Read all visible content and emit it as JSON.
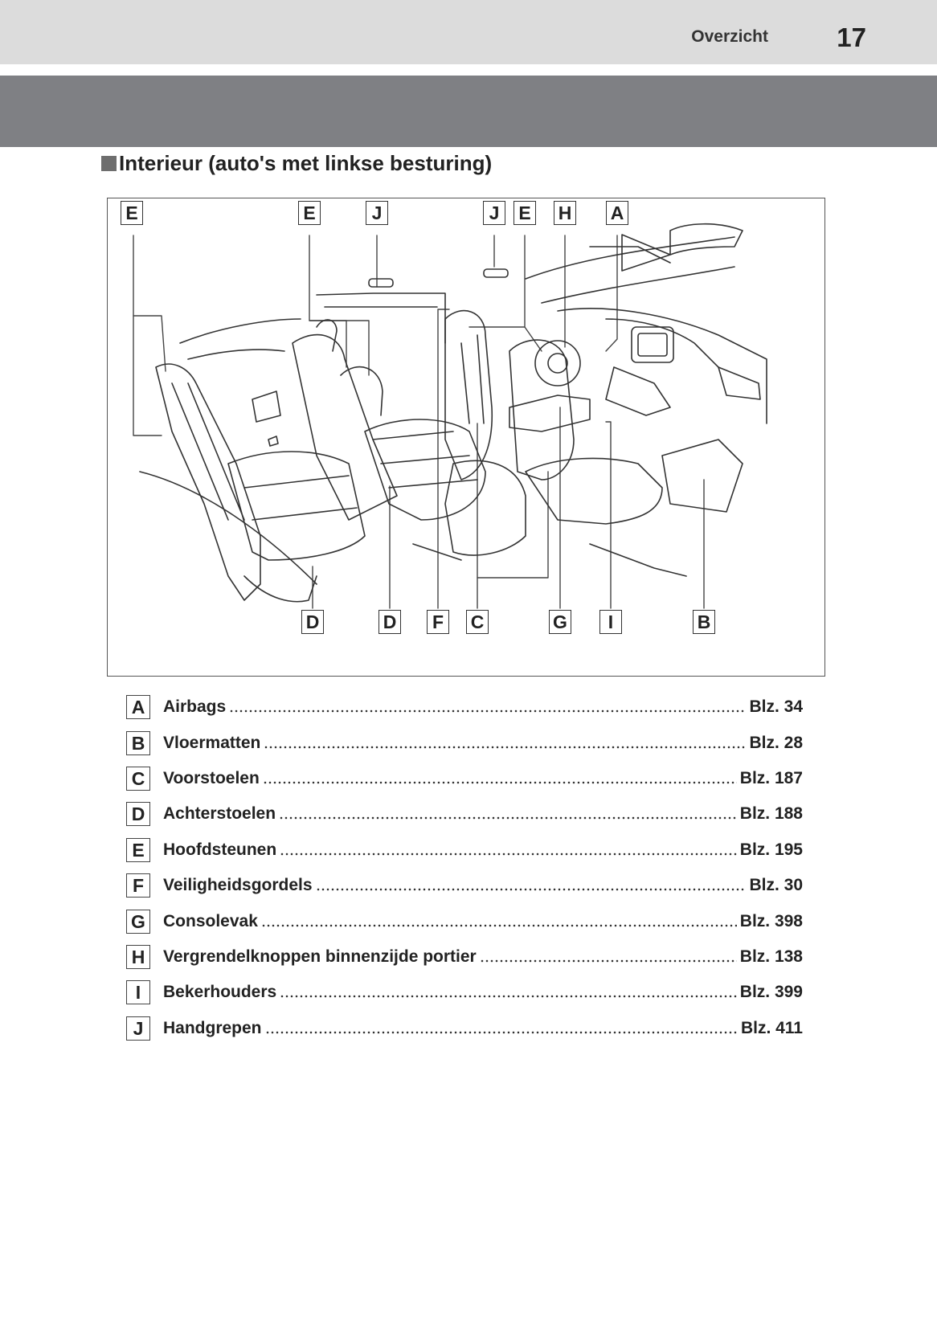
{
  "header": {
    "section": "Overzicht",
    "page_number": "17"
  },
  "heading": "Interieur (auto's met linkse besturing)",
  "figure": {
    "top_callouts": [
      "E",
      "E",
      "J",
      "J",
      "E",
      "H",
      "A"
    ],
    "bottom_callouts": [
      "D",
      "D",
      "F",
      "C",
      "G",
      "I",
      "B"
    ]
  },
  "legend": [
    {
      "key": "A",
      "term": "Airbags",
      "page": "Blz. 34"
    },
    {
      "key": "B",
      "term": "Vloermatten",
      "page": "Blz. 28"
    },
    {
      "key": "C",
      "term": "Voorstoelen",
      "page": "Blz. 187"
    },
    {
      "key": "D",
      "term": "Achterstoelen",
      "page": "Blz. 188"
    },
    {
      "key": "E",
      "term": "Hoofdsteunen",
      "page": "Blz. 195"
    },
    {
      "key": "F",
      "term": "Veiligheidsgordels",
      "page": "Blz. 30"
    },
    {
      "key": "G",
      "term": "Consolevak",
      "page": "Blz. 398"
    },
    {
      "key": "H",
      "term": "Vergrendelknoppen binnenzijde portier",
      "page": "Blz. 138"
    },
    {
      "key": "I",
      "term": "Bekerhouders",
      "page": "Blz. 399"
    },
    {
      "key": "J",
      "term": "Handgrepen",
      "page": "Blz. 411"
    }
  ]
}
